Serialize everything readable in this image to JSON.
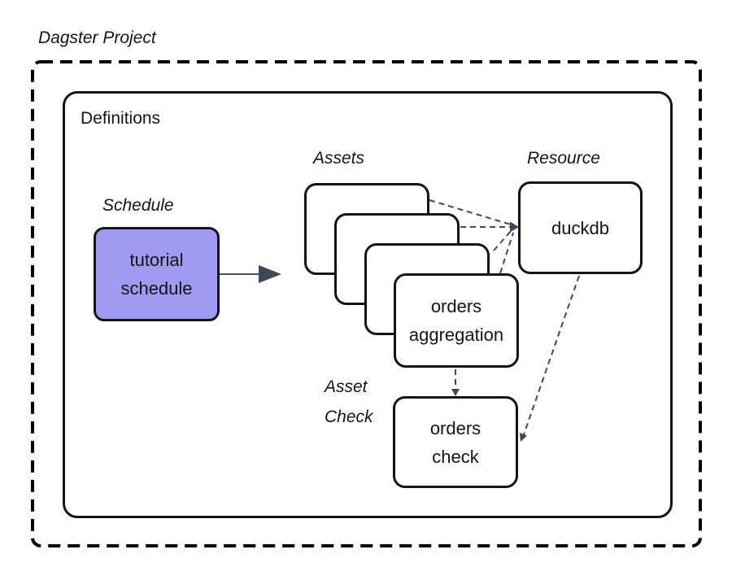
{
  "project": {
    "label": "Dagster Project"
  },
  "definitions": {
    "label": "Definitions"
  },
  "schedule": {
    "label": "Schedule",
    "node_lines": [
      "tutorial",
      "schedule"
    ]
  },
  "assets": {
    "label": "Assets",
    "stack_count": 4,
    "front_node_lines": [
      "orders",
      "aggregation"
    ]
  },
  "resource": {
    "label": "Resource",
    "node_label": "duckdb"
  },
  "asset_check": {
    "label_lines": [
      "Asset",
      "Check"
    ],
    "node_lines": [
      "orders",
      "check"
    ]
  },
  "colors": {
    "schedule_node_fill": "#A29AF0",
    "node_border": "#141414",
    "connector": "#3E4756",
    "canvas_background": "#FFFFFF"
  }
}
